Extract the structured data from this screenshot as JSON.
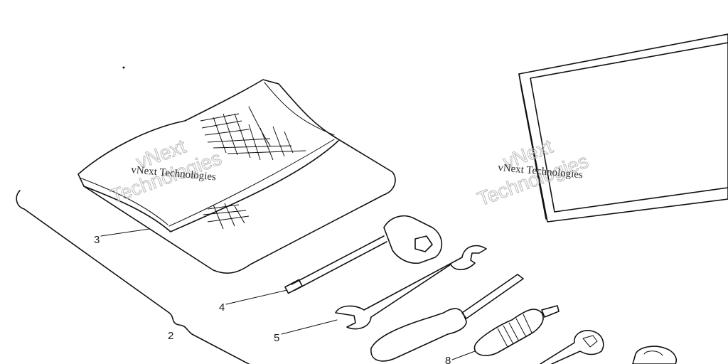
{
  "callouts": {
    "c2": "2",
    "c3": "3",
    "c4": "4",
    "c5": "5",
    "c8": "8"
  },
  "watermarks": {
    "left_brand": "vNext",
    "left_company": "Technologies",
    "left_caption": "vNext Technologies",
    "right_brand": "vNext",
    "right_company": "Technologies",
    "right_caption": "vNext Technologies"
  },
  "colors": {
    "ink": "#111111",
    "paper": "#ffffff",
    "watermark": "#bdbdbd"
  }
}
